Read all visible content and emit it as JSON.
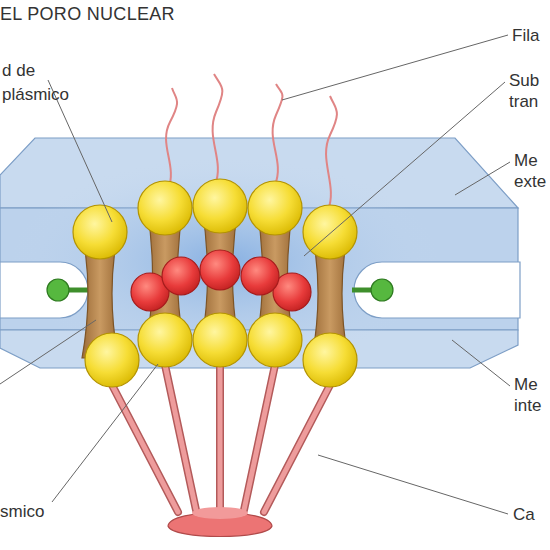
{
  "diagram": {
    "title": "EL PORO NUCLEAR",
    "labels": [
      "d de plásmico",
      "Fila",
      "Sub tran",
      "Me exte",
      "Me inte",
      "Ca",
      "smico"
    ]
  }
}
